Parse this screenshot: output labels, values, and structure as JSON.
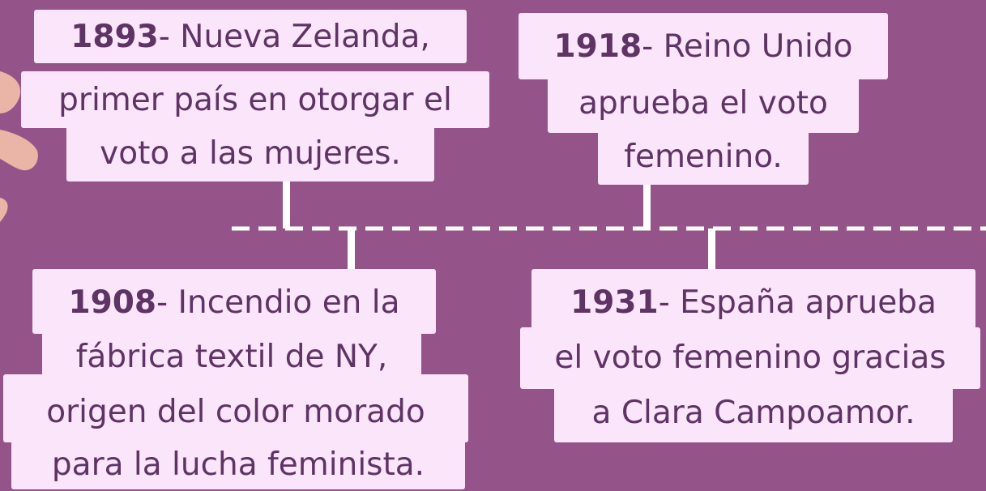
{
  "colors": {
    "background": "#955489",
    "card": "#fbe5fa",
    "text": "#5e3465",
    "timeline": "#ffffff",
    "accent_shape": "#eab4a6"
  },
  "events": [
    {
      "year": "1893",
      "line1": " - Nueva Zelanda,",
      "line2": "primer país en otorgar el",
      "line3": "voto a las mujeres."
    },
    {
      "year": "1918",
      "line1": " - Reino Unido",
      "line2": "aprueba el voto",
      "line3": "femenino."
    },
    {
      "year": "1908",
      "line1": " - Incendio en la",
      "line2": "fábrica textil de NY,",
      "line3": "origen del color morado",
      "line4": "para la lucha feminista."
    },
    {
      "year": "1931",
      "line1": " - España aprueba",
      "line2": "el voto femenino gracias",
      "line3": "a Clara Campoamor."
    }
  ]
}
